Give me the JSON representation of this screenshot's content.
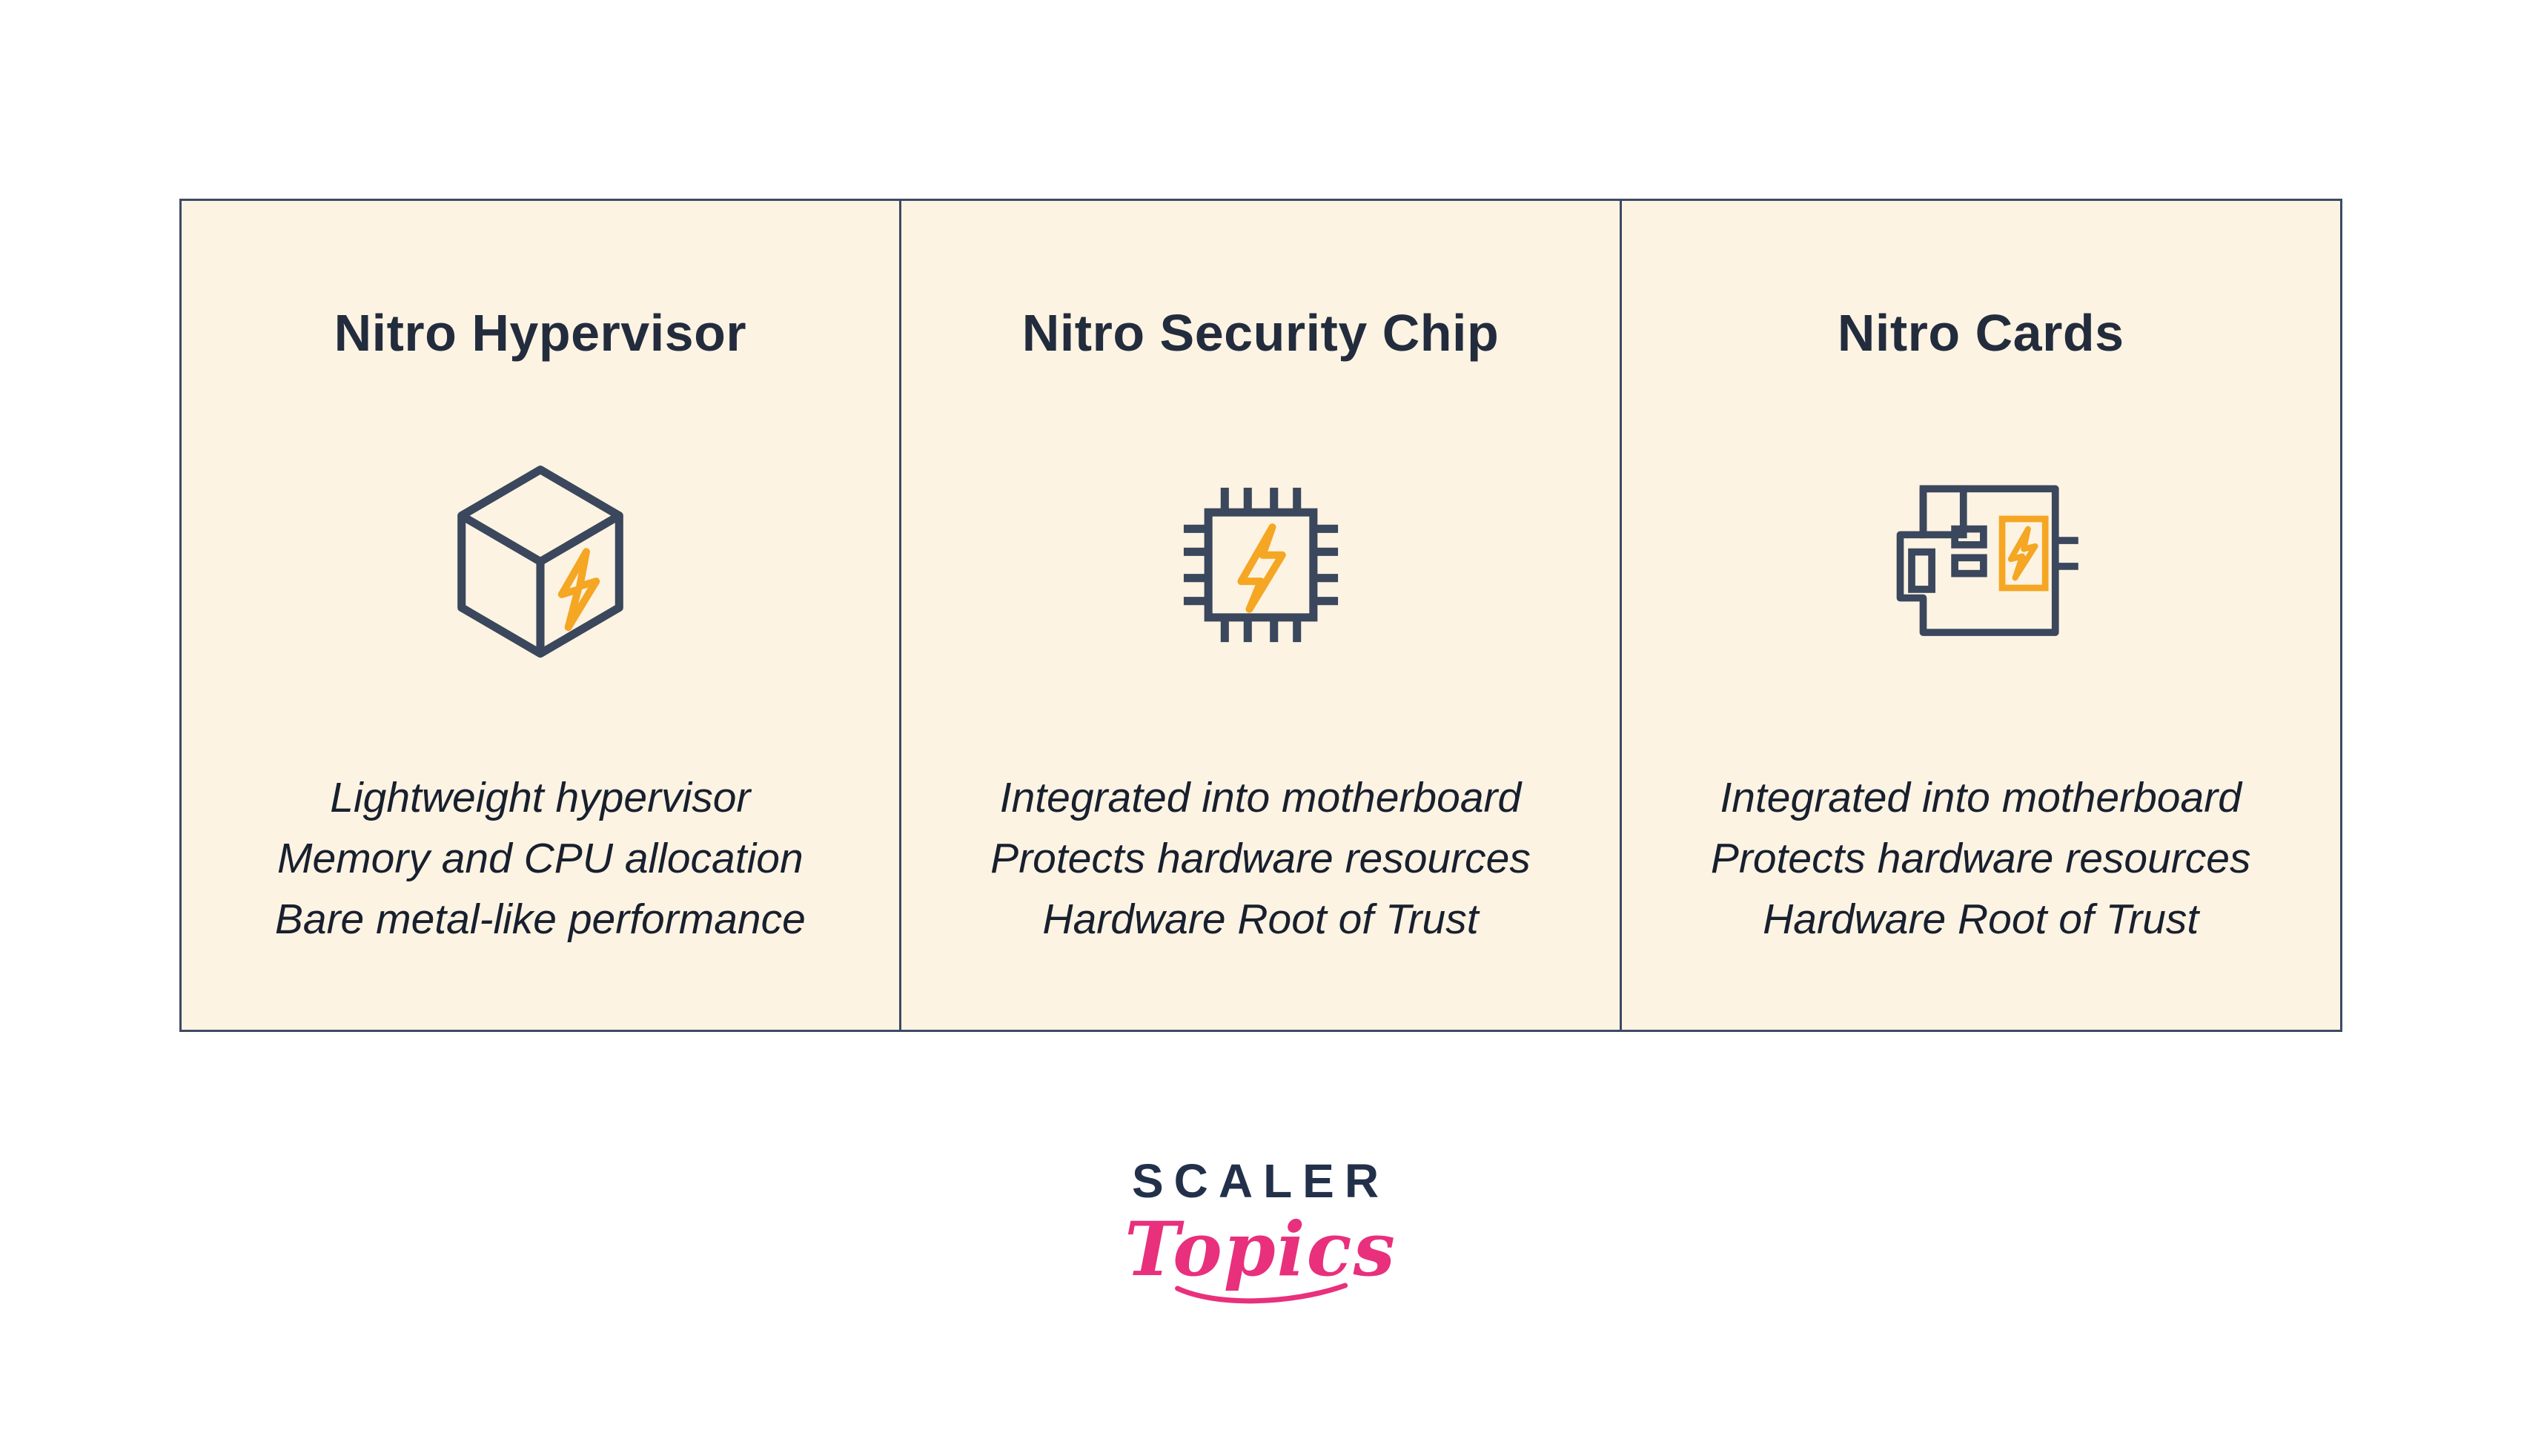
{
  "cards": [
    {
      "title": "Nitro Hypervisor",
      "icon": "cube-lightning-icon",
      "lines": [
        "Lightweight hypervisor",
        "Memory and CPU allocation",
        "Bare metal-like performance"
      ]
    },
    {
      "title": "Nitro Security Chip",
      "icon": "chip-lightning-icon",
      "lines": [
        "Integrated into motherboard",
        "Protects hardware resources",
        "Hardware Root of Trust"
      ]
    },
    {
      "title": "Nitro Cards",
      "icon": "circuit-card-lightning-icon",
      "lines": [
        "Integrated into motherboard",
        "Protects hardware resources",
        "Hardware Root of Trust"
      ]
    }
  ],
  "logo": {
    "primary": "SCALER",
    "secondary": "Topics"
  },
  "colors": {
    "panel_background": "#fdf3e3",
    "panel_border": "#3c4a63",
    "icon_stroke": "#3a475c",
    "accent_orange": "#f5a623",
    "logo_navy": "#22304a",
    "logo_pink": "#e8307c"
  }
}
